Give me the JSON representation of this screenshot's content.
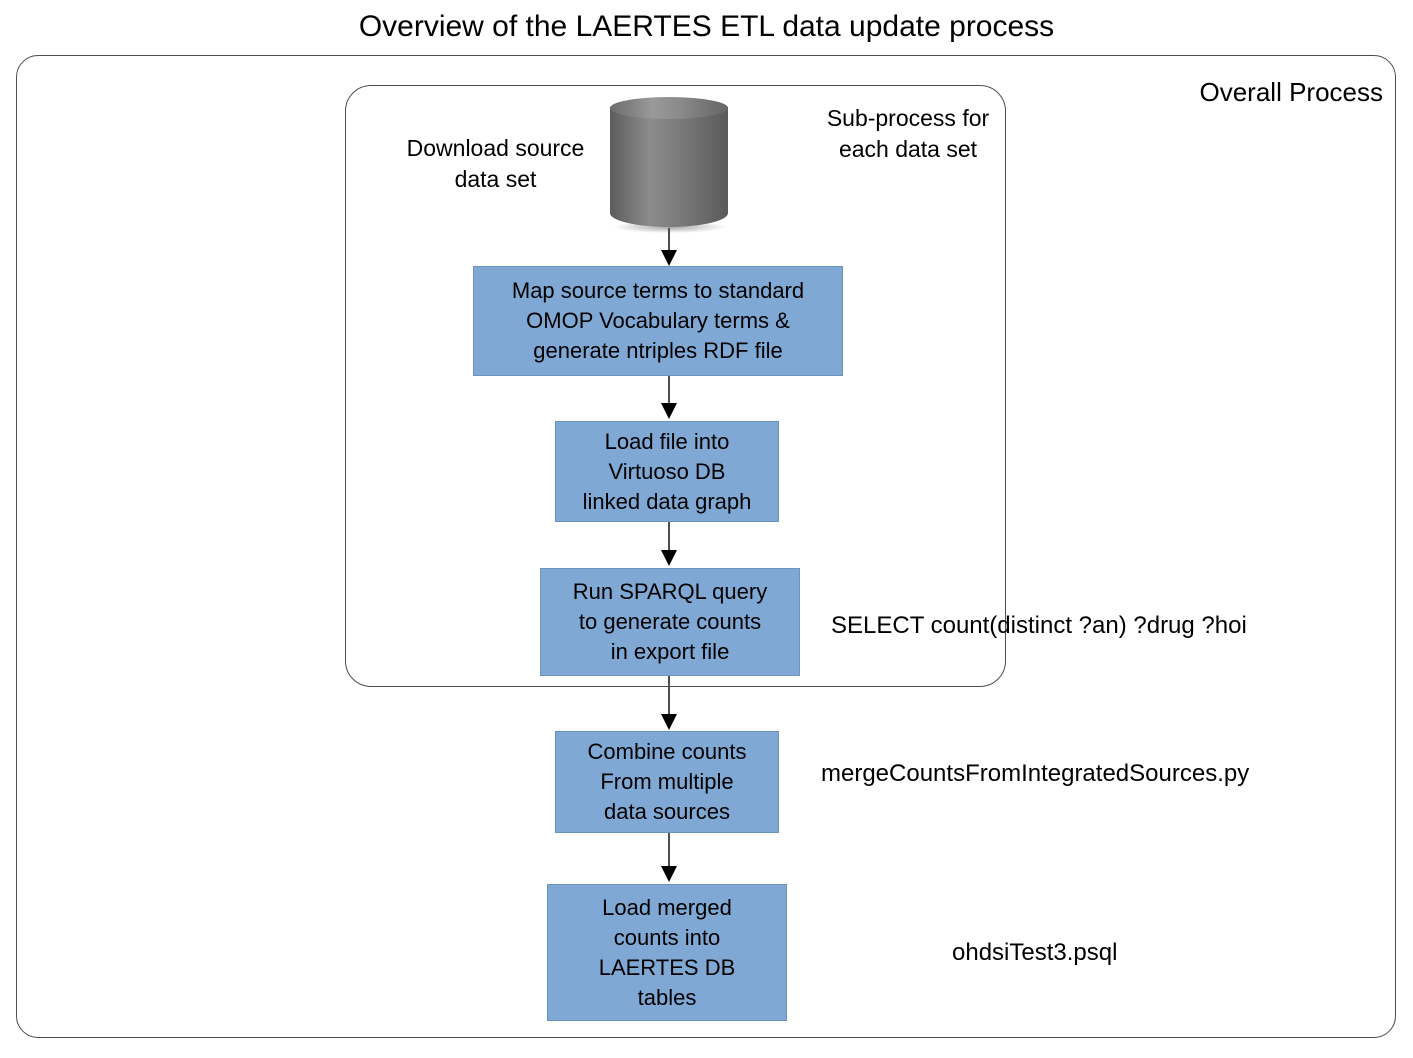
{
  "title": "Overview of the LAERTES ETL data update process",
  "containers": {
    "overall_process_label": "Overall Process",
    "subprocess_label": "Sub-process\nfor each\ndata set"
  },
  "source": {
    "database_icon": "database-cylinder-icon",
    "download_label": "Download\nsource data set"
  },
  "steps": [
    {
      "id": "map-source-terms",
      "label": "Map source terms to standard\nOMOP Vocabulary terms &\ngenerate ntriples RDF file"
    },
    {
      "id": "load-file-virtuoso",
      "label": "Load file into\nVirtuoso DB\nlinked data graph"
    },
    {
      "id": "run-sparql-query",
      "label": "Run SPARQL query\nto generate counts\nin export file"
    },
    {
      "id": "combine-counts",
      "label": "Combine counts\nFrom multiple\ndata sources"
    },
    {
      "id": "load-merged-counts",
      "label": "Load merged\ncounts into\nLAERTES DB\ntables"
    }
  ],
  "annotations": {
    "sparql": "SELECT count(distinct ?an) ?drug ?hoi",
    "merge_script": "mergeCountsFromIntegratedSources.py",
    "psql_script": "ohdsiTest3.psql"
  },
  "colors": {
    "process_box_fill": "#7FA8D4",
    "process_box_border": "#6a93bf",
    "container_border": "#4d4d4d",
    "cylinder_gray": "#7b7b7b",
    "text": "#000000",
    "background": "#ffffff"
  }
}
